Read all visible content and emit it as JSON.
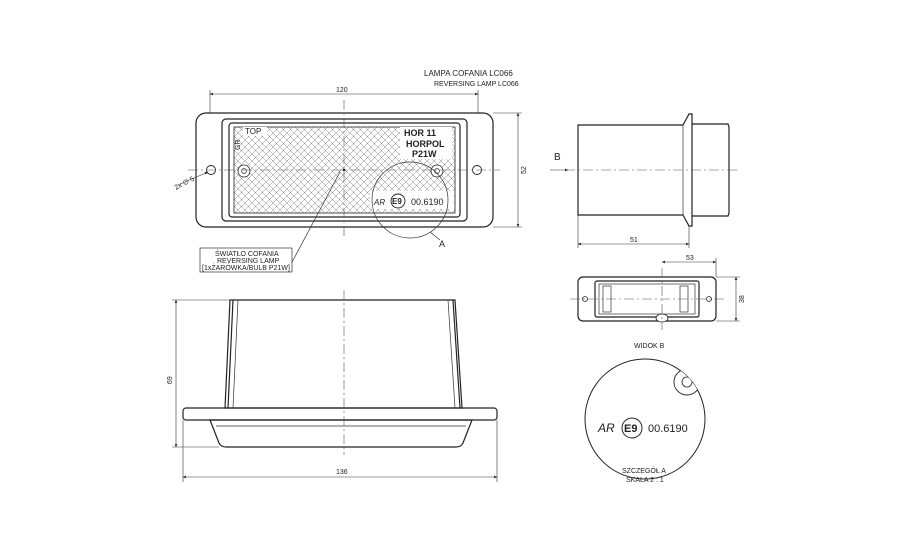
{
  "title": {
    "line1": "LAMPA COFANIA LC066",
    "line2": "REVERSING LAMP LC066"
  },
  "front_view": {
    "width_dim": "120",
    "height_dim": "52",
    "hole_dim": "2x ∅ 5",
    "top_mark": "TOP",
    "homologation_code": "HOR 11",
    "manufacturer": "HORPOL",
    "bulb_marking": "P21W",
    "ar_mark": "AR",
    "e_mark": "E9",
    "approval_number": "00.6190",
    "detail_ref": "A",
    "gr_mark": "GR"
  },
  "callout": {
    "line1": "ŚWIATŁO COFANIA",
    "line2": "REVERSING LAMP",
    "line3": "[1xŻARÓWKA/BULB P21W]"
  },
  "side_view": {
    "view_ref": "B",
    "depth_dim": "51"
  },
  "bottom_view": {
    "width_dim": "53",
    "height_dim": "38",
    "caption": "WIDOK B"
  },
  "elevation_view": {
    "height_dim": "69",
    "width_dim": "136"
  },
  "detail_view": {
    "ar_mark": "AR",
    "e_mark": "E9",
    "approval_number": "00.6190",
    "caption_line1": "SZCZEGÓŁ A",
    "caption_line2": "SKALA 2 : 1"
  }
}
